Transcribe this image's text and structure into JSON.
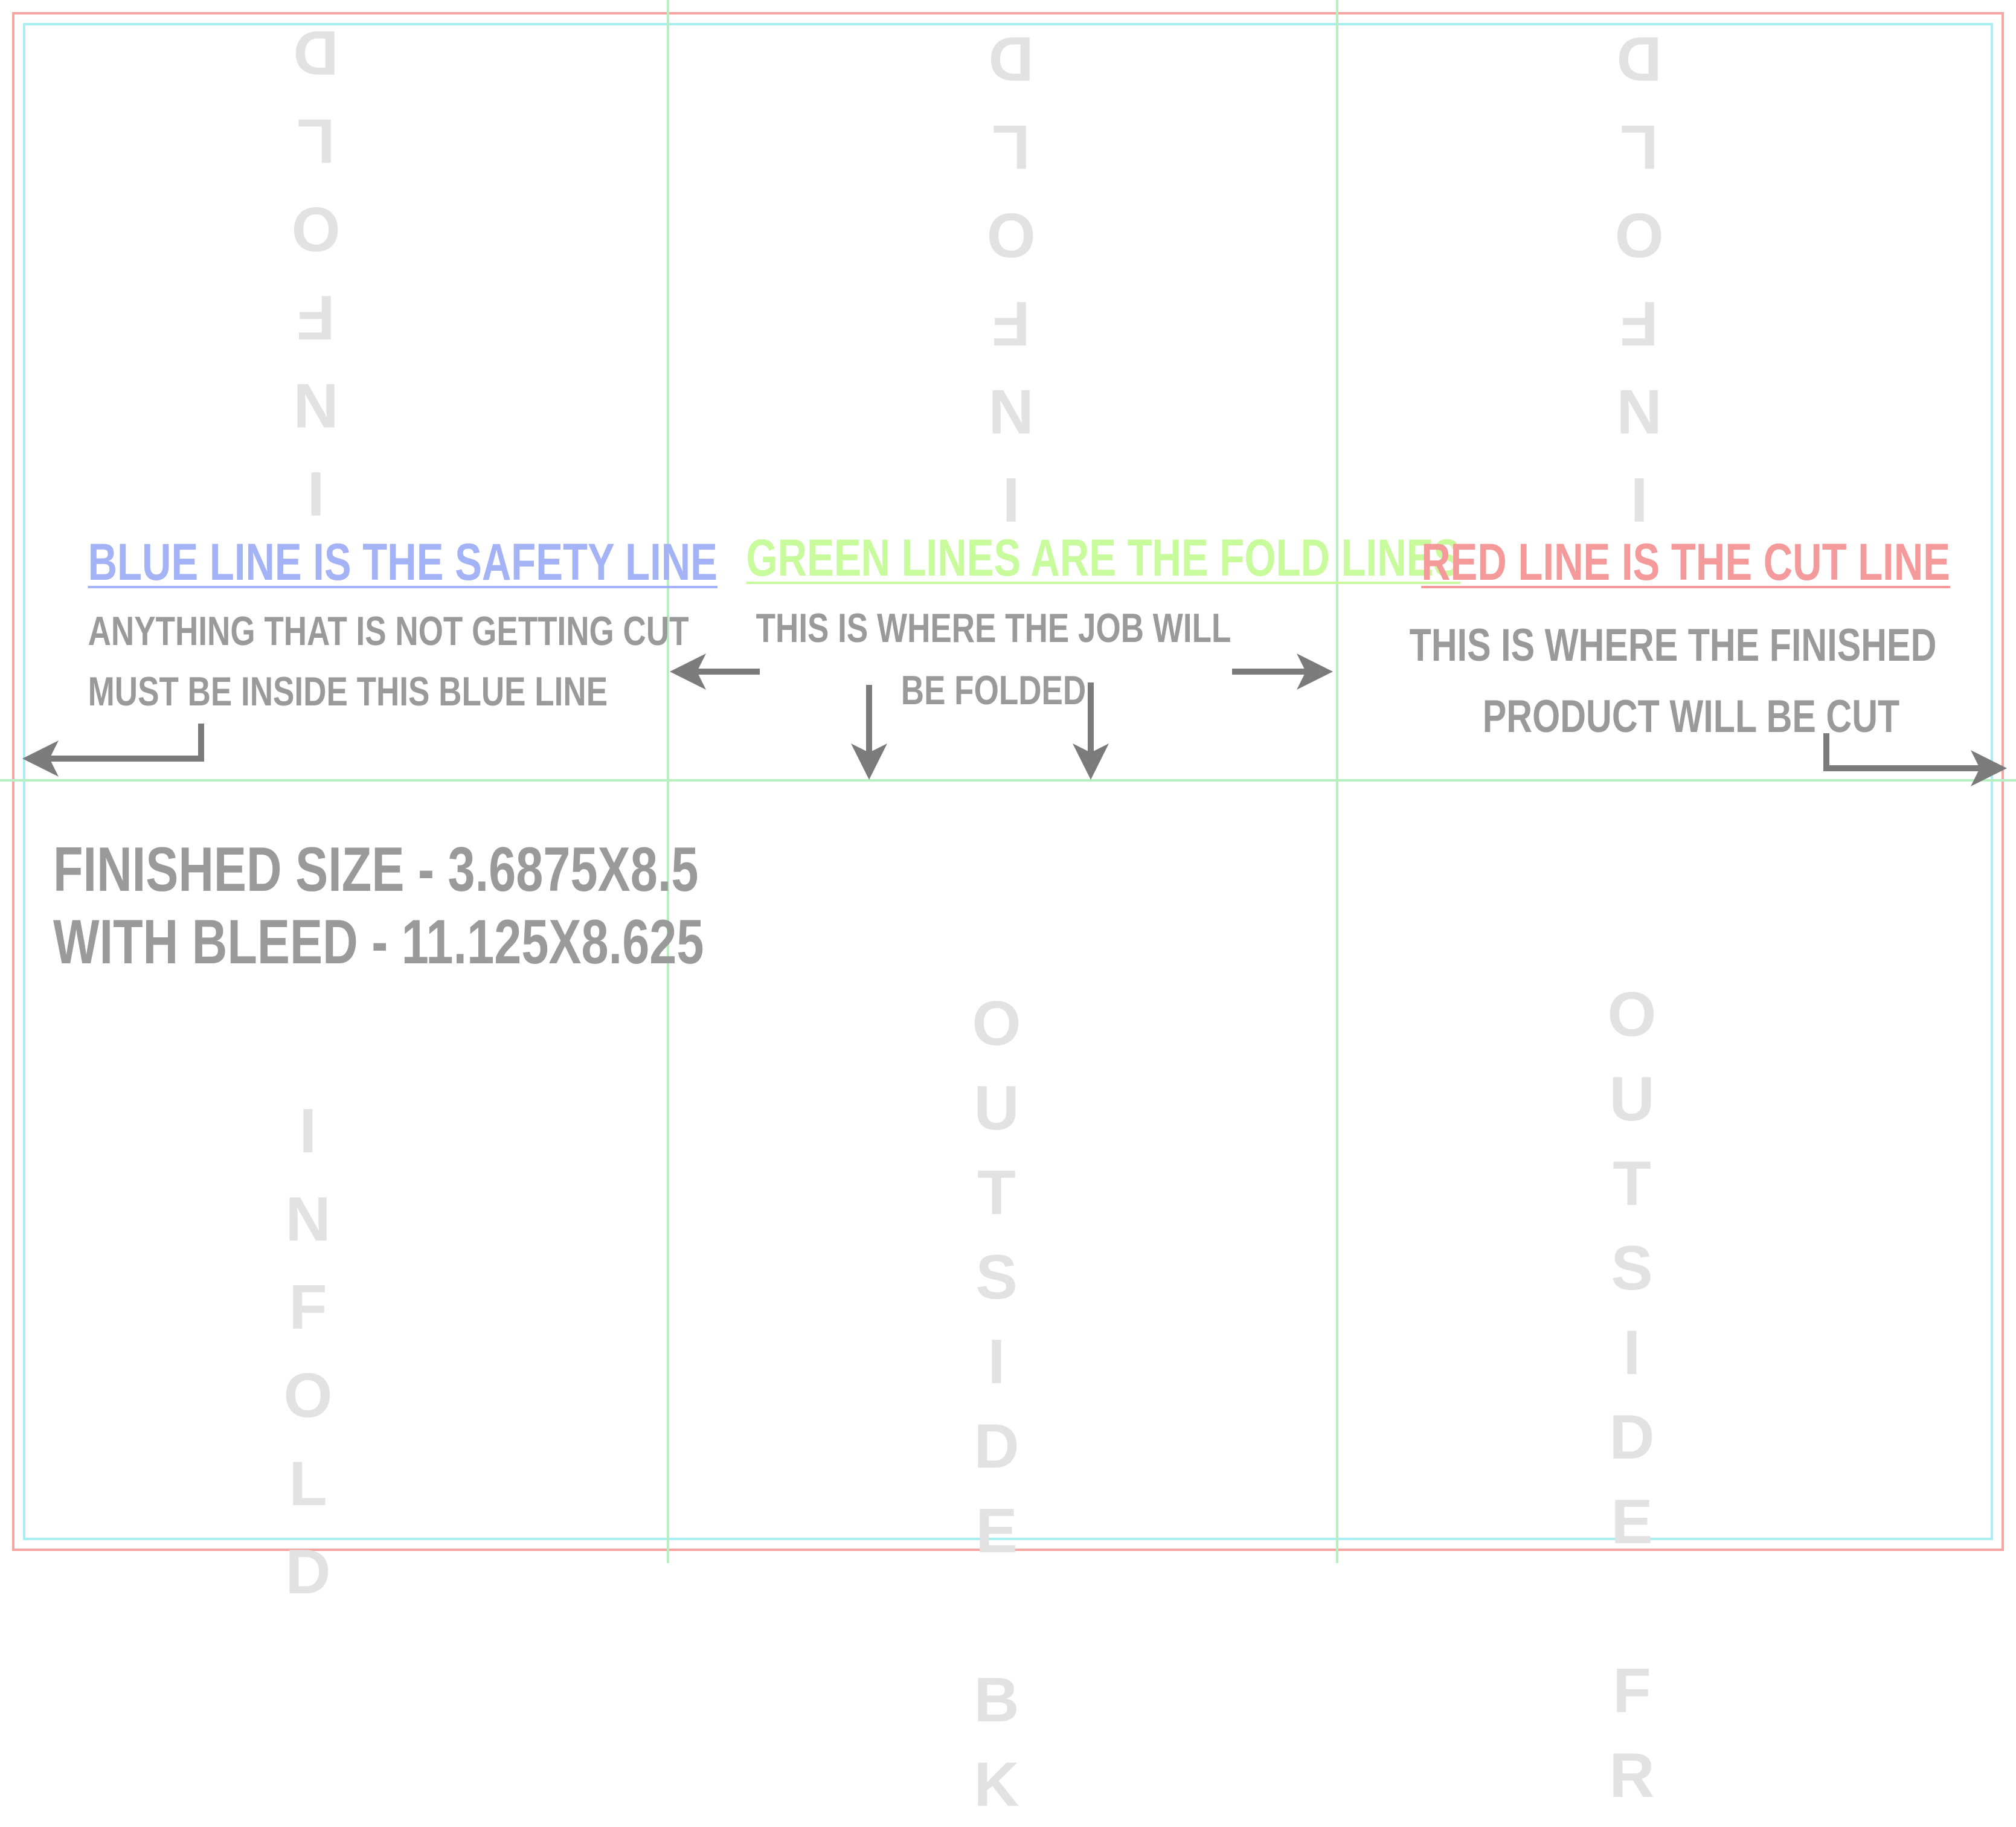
{
  "colors": {
    "cut_line": "#f5a6a3",
    "safety_line": "#a9eef2",
    "fold_line": "#b7f0c0",
    "safety_heading": "#a3b3f5",
    "fold_heading": "#c8fb9c",
    "cut_heading": "#f59a9a",
    "body_text": "#9a9a9a",
    "watermark": "#e2e2e2",
    "arrow": "#7b7b7b"
  },
  "panels": {
    "top_left": {
      "watermark": "INFOLD"
    },
    "top_middle": {
      "watermark": "INFOLD"
    },
    "top_right": {
      "watermark": "INFOLD"
    },
    "bottom_left": {
      "watermark": "INFOLD"
    },
    "bottom_middle": {
      "watermark": "OUTSIDE\nBK"
    },
    "bottom_right": {
      "watermark": "OUTSIDE\nFR"
    }
  },
  "safety_note": {
    "heading": "BLUE LINE IS THE SAFETY LINE",
    "line1": "ANYTHING THAT IS NOT GETTING CUT",
    "line2": "MUST BE INSIDE THIS BLUE LINE"
  },
  "fold_note": {
    "heading": "GREEN LINES ARE THE FOLD LINES",
    "line1": "THIS IS WHERE THE JOB WILL",
    "line2": "BE FOLDED"
  },
  "cut_note": {
    "heading": "RED LINE IS THE CUT LINE",
    "line1": "THIS IS WHERE THE FINISHED",
    "line2": "PRODUCT WILL BE CUT"
  },
  "size_info": {
    "finished": "FINISHED SIZE - 3.6875X8.5",
    "bleed": "WITH BLEED - 11.125X8.625"
  }
}
